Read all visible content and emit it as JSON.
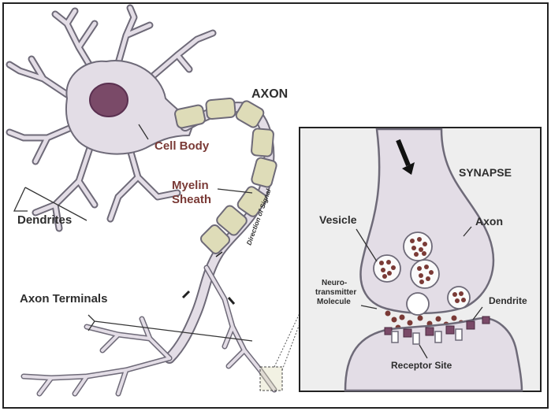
{
  "labels": {
    "axon_top": "AXON",
    "cell_body": "Cell Body",
    "myelin_line1": "Myelin",
    "myelin_line2": "Sheath",
    "dendrites": "Dendrites",
    "axon_terminals": "Axon Terminals",
    "direction_of_signal": "Direction of Signal",
    "synapse": "SYNAPSE",
    "vesicle": "Vesicle",
    "axon_inset": "Axon",
    "neurotransmitter_line1": "Neuro-",
    "neurotransmitter_line2": "transmitter",
    "neurotransmitter_line3": "Molecule",
    "dendrite_inset": "Dendrite",
    "receptor_site": "Receptor Site"
  },
  "colors": {
    "membrane": "#e3dde6",
    "outline": "#6e6a78",
    "nucleus": "#7a4a68",
    "myelin": "#dedcb8",
    "label_maroon": "#7a3a36",
    "label_dark": "#2e2e2e",
    "inset_bg": "#eeeeee"
  }
}
